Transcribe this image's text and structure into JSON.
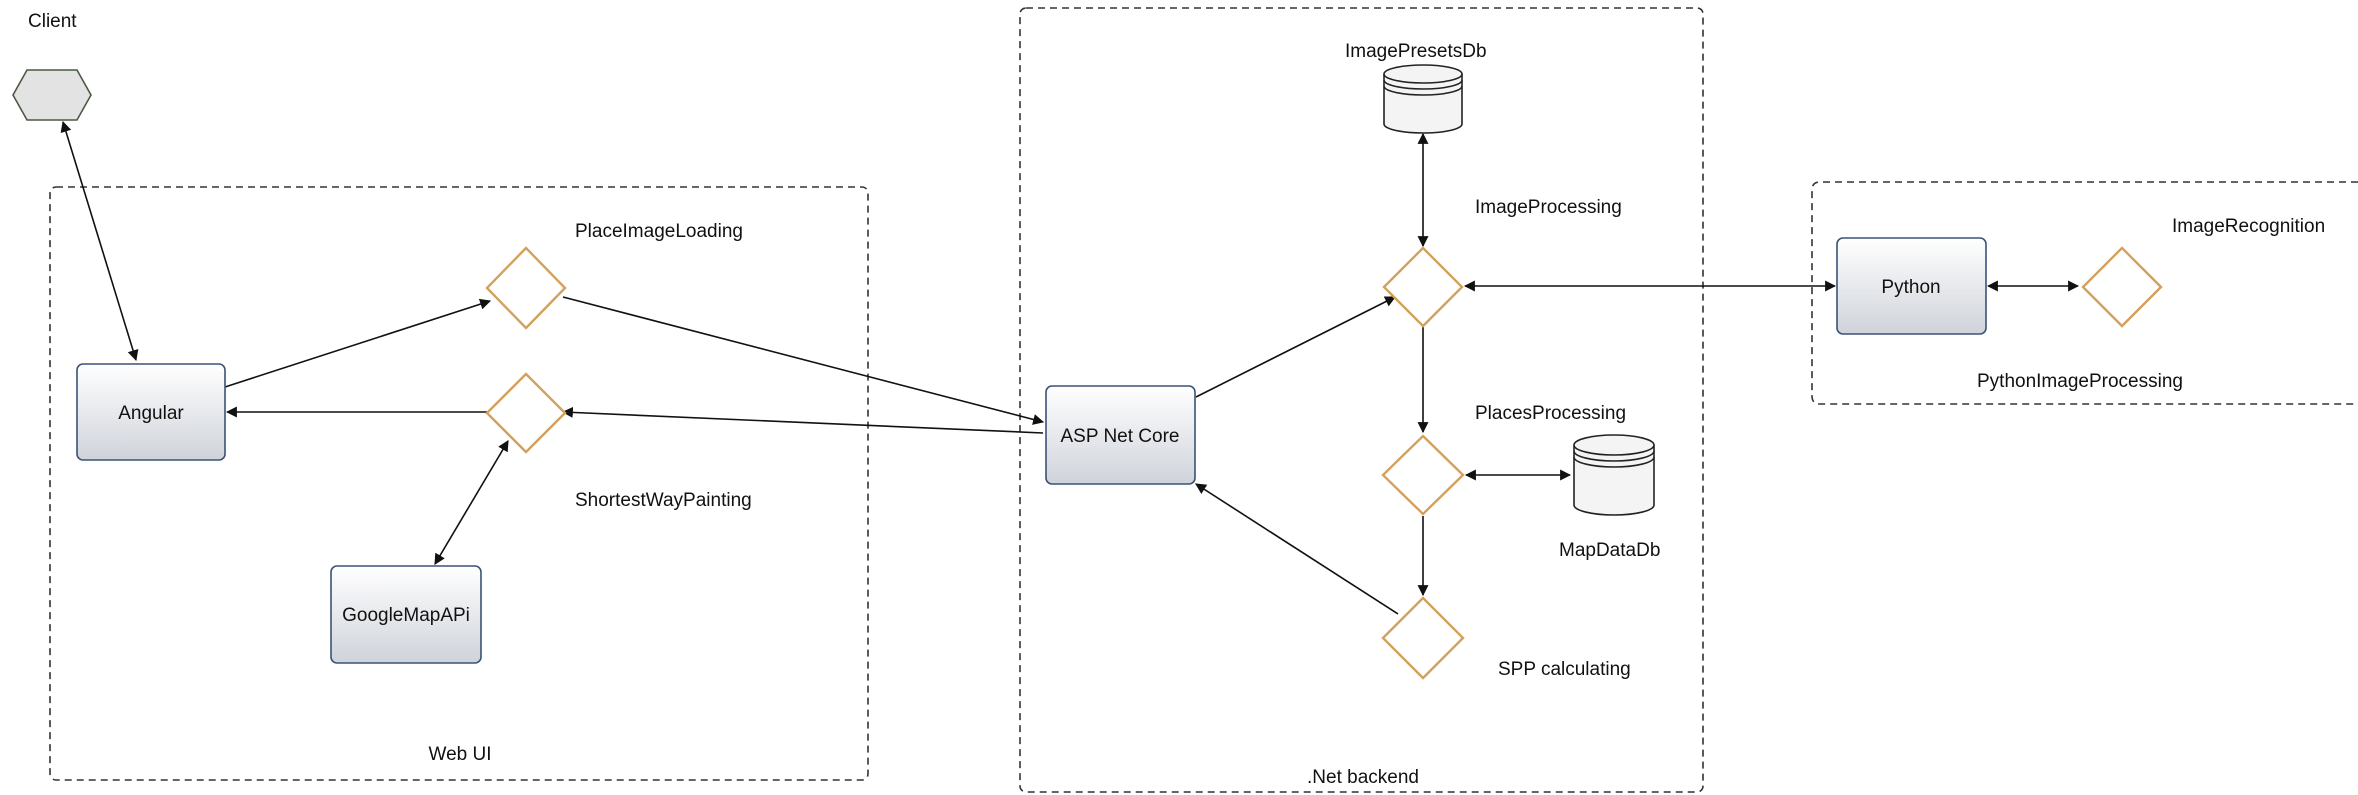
{
  "colors": {
    "box_fill_top": "#ffffff",
    "box_fill_bottom": "#cfd3da",
    "box_border": "#3a5278",
    "diamond_border": "#d4a15a",
    "hexagon_fill": "#e3e3e3",
    "database_fill": "#f4f4f4"
  },
  "groups": {
    "web_ui": "Web UI",
    "net_backend": ".Net backend"
  },
  "client": {
    "label": "Client",
    "icon": "hexagon-icon"
  },
  "nodes": {
    "angular": "Angular",
    "google_map_api": "GoogleMapAPi",
    "asp_net_core": "ASP Net Core",
    "python": "Python"
  },
  "diamonds": {
    "place_image_loading": "PlaceImageLoading",
    "shortest_way_painting": "ShortestWayPainting",
    "image_processing": "ImageProcessing",
    "places_processing": "PlacesProcessing",
    "spp_calculating": "SPP calculating",
    "image_recognition": "ImageRecognition",
    "python_image_processing": "PythonImageProcessing"
  },
  "databases": {
    "image_presets_db": "ImagePresetsDb",
    "map_data_db": "MapDataDb"
  }
}
